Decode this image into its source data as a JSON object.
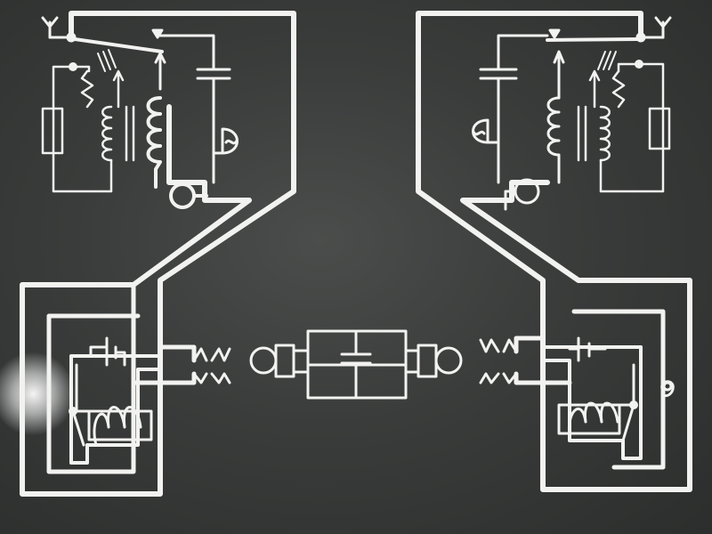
{
  "colors": {
    "background": "#3a3c3b",
    "line": "#f2f2f0",
    "line_dim": "#d8dad6"
  },
  "diagram": {
    "left_station": [
      "antenna-icon",
      "rectifier",
      "variable-coupling-coil",
      "relay-coil",
      "capacitor",
      "earphone",
      "telephone-receiver",
      "battery",
      "solenoid"
    ],
    "right_station": [
      "antenna-icon",
      "rectifier",
      "variable-coupling-coil",
      "relay-coil",
      "capacitor",
      "earphone",
      "telephone-receiver",
      "battery",
      "solenoid",
      "bell"
    ],
    "center": [
      "cable-connector",
      "capacitor"
    ]
  }
}
